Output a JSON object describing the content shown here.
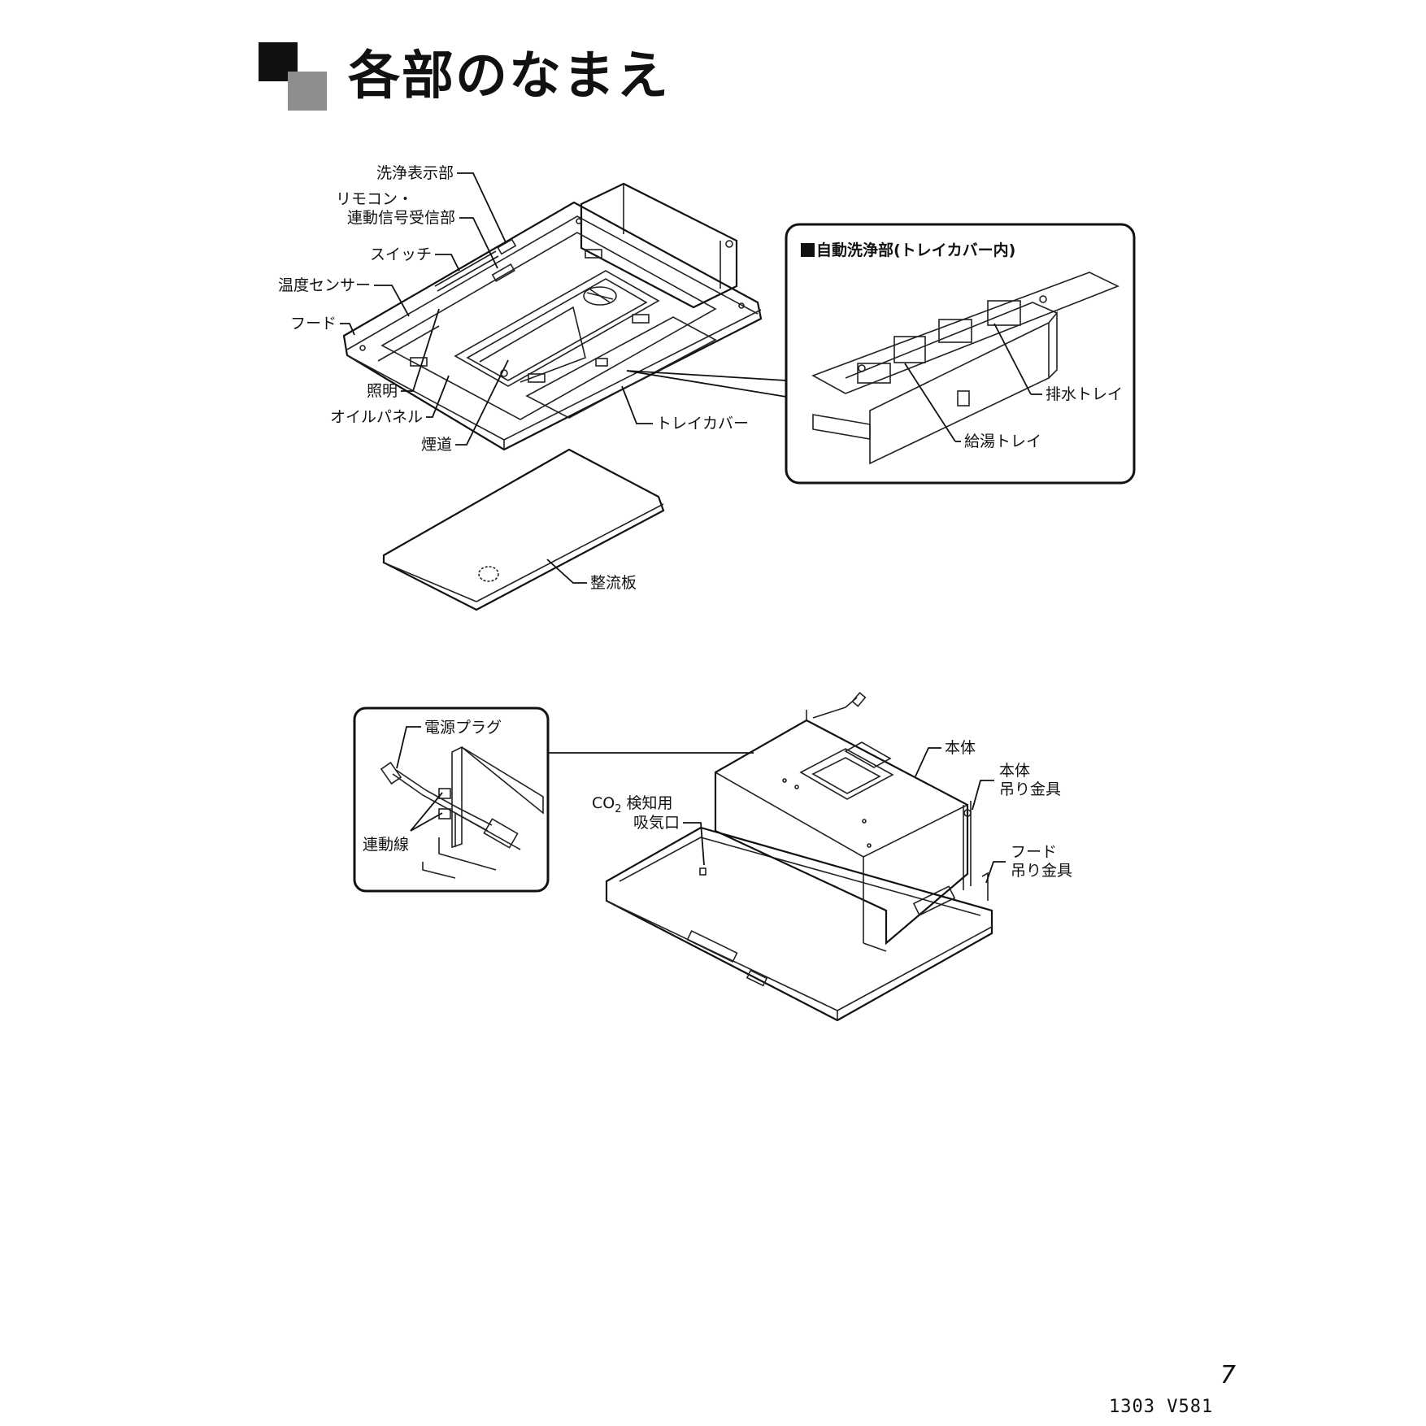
{
  "heading": {
    "title": "各部のなまえ"
  },
  "top_diagram": {
    "labels": {
      "wash_display": "洗浄表示部",
      "remote_receiver_line1": "リモコン・",
      "remote_receiver_line2": "連動信号受信部",
      "switch": "スイッチ",
      "temperature_sensor": "温度センサー",
      "hood": "フード",
      "lighting": "照明",
      "oil_panel": "オイルパネル",
      "flue": "煙道",
      "tray_cover": "トレイカバー",
      "rectifier_plate": "整流板"
    },
    "inset": {
      "title": "自動洗浄部(トレイカバー内)",
      "drain_tray": "排水トレイ",
      "hot_water_tray": "給湯トレイ"
    }
  },
  "bottom_diagram": {
    "labels": {
      "body": "本体",
      "body_hanger_line1": "本体",
      "body_hanger_line2": "吊り金具",
      "hood_hanger_line1": "フード",
      "hood_hanger_line2": "吊り金具",
      "co2_intake_line1_prefix": "CO",
      "co2_intake_subscript": "2",
      "co2_intake_line1_suffix": " 検知用",
      "co2_intake_line2": "吸気口"
    },
    "inset": {
      "power_plug": "電源プラグ",
      "link_cable": "連動線"
    }
  },
  "footer": {
    "page_number": "7",
    "doc_code": "1303  V581"
  }
}
